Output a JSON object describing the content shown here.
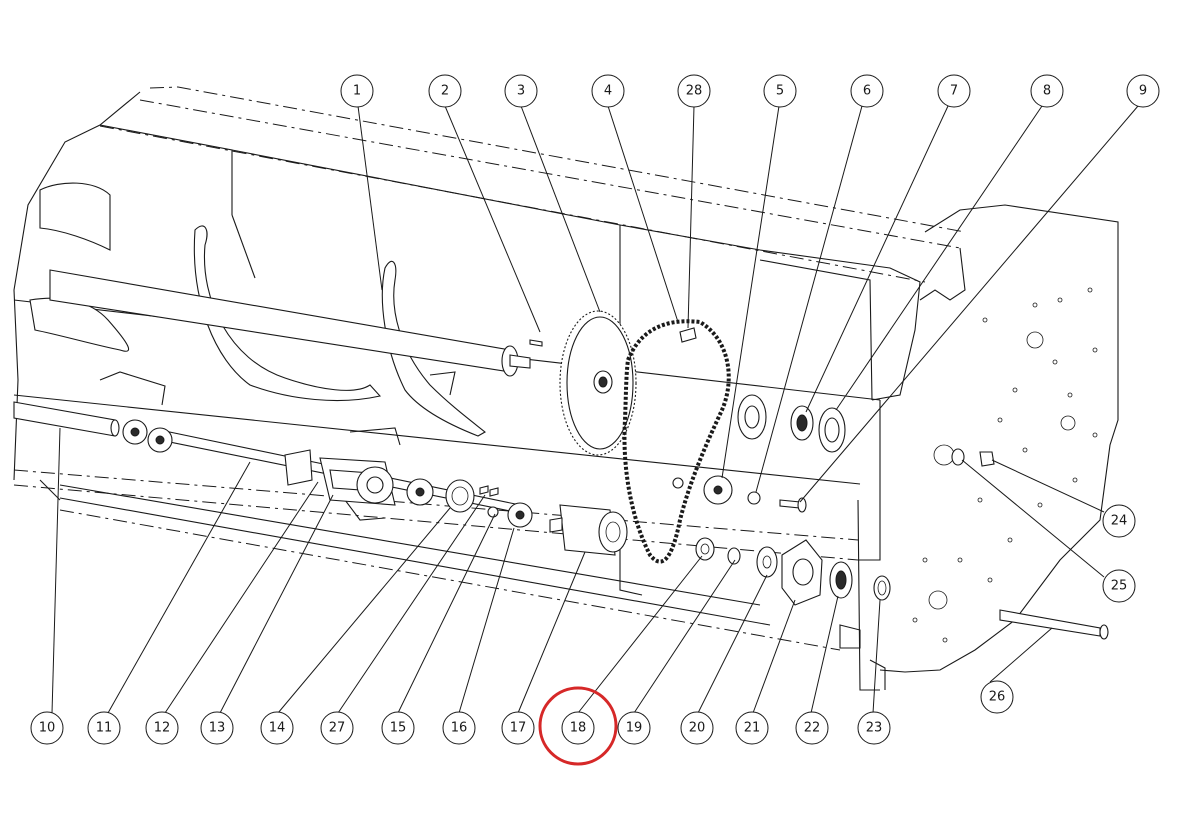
{
  "diagram": {
    "type": "exploded-parts-view",
    "highlight_color": "#d62828",
    "highlighted_callout": "18",
    "callouts": {
      "c1": "1",
      "c2": "2",
      "c3": "3",
      "c4": "4",
      "c28": "28",
      "c5": "5",
      "c6": "6",
      "c7": "7",
      "c8": "8",
      "c9": "9",
      "c24": "24",
      "c25": "25",
      "c26": "26",
      "c10": "10",
      "c11": "11",
      "c12": "12",
      "c13": "13",
      "c14": "14",
      "c27": "27",
      "c15": "15",
      "c16": "16",
      "c17": "17",
      "c18": "18",
      "c19": "19",
      "c20": "20",
      "c21": "21",
      "c22": "22",
      "c23": "23"
    }
  }
}
